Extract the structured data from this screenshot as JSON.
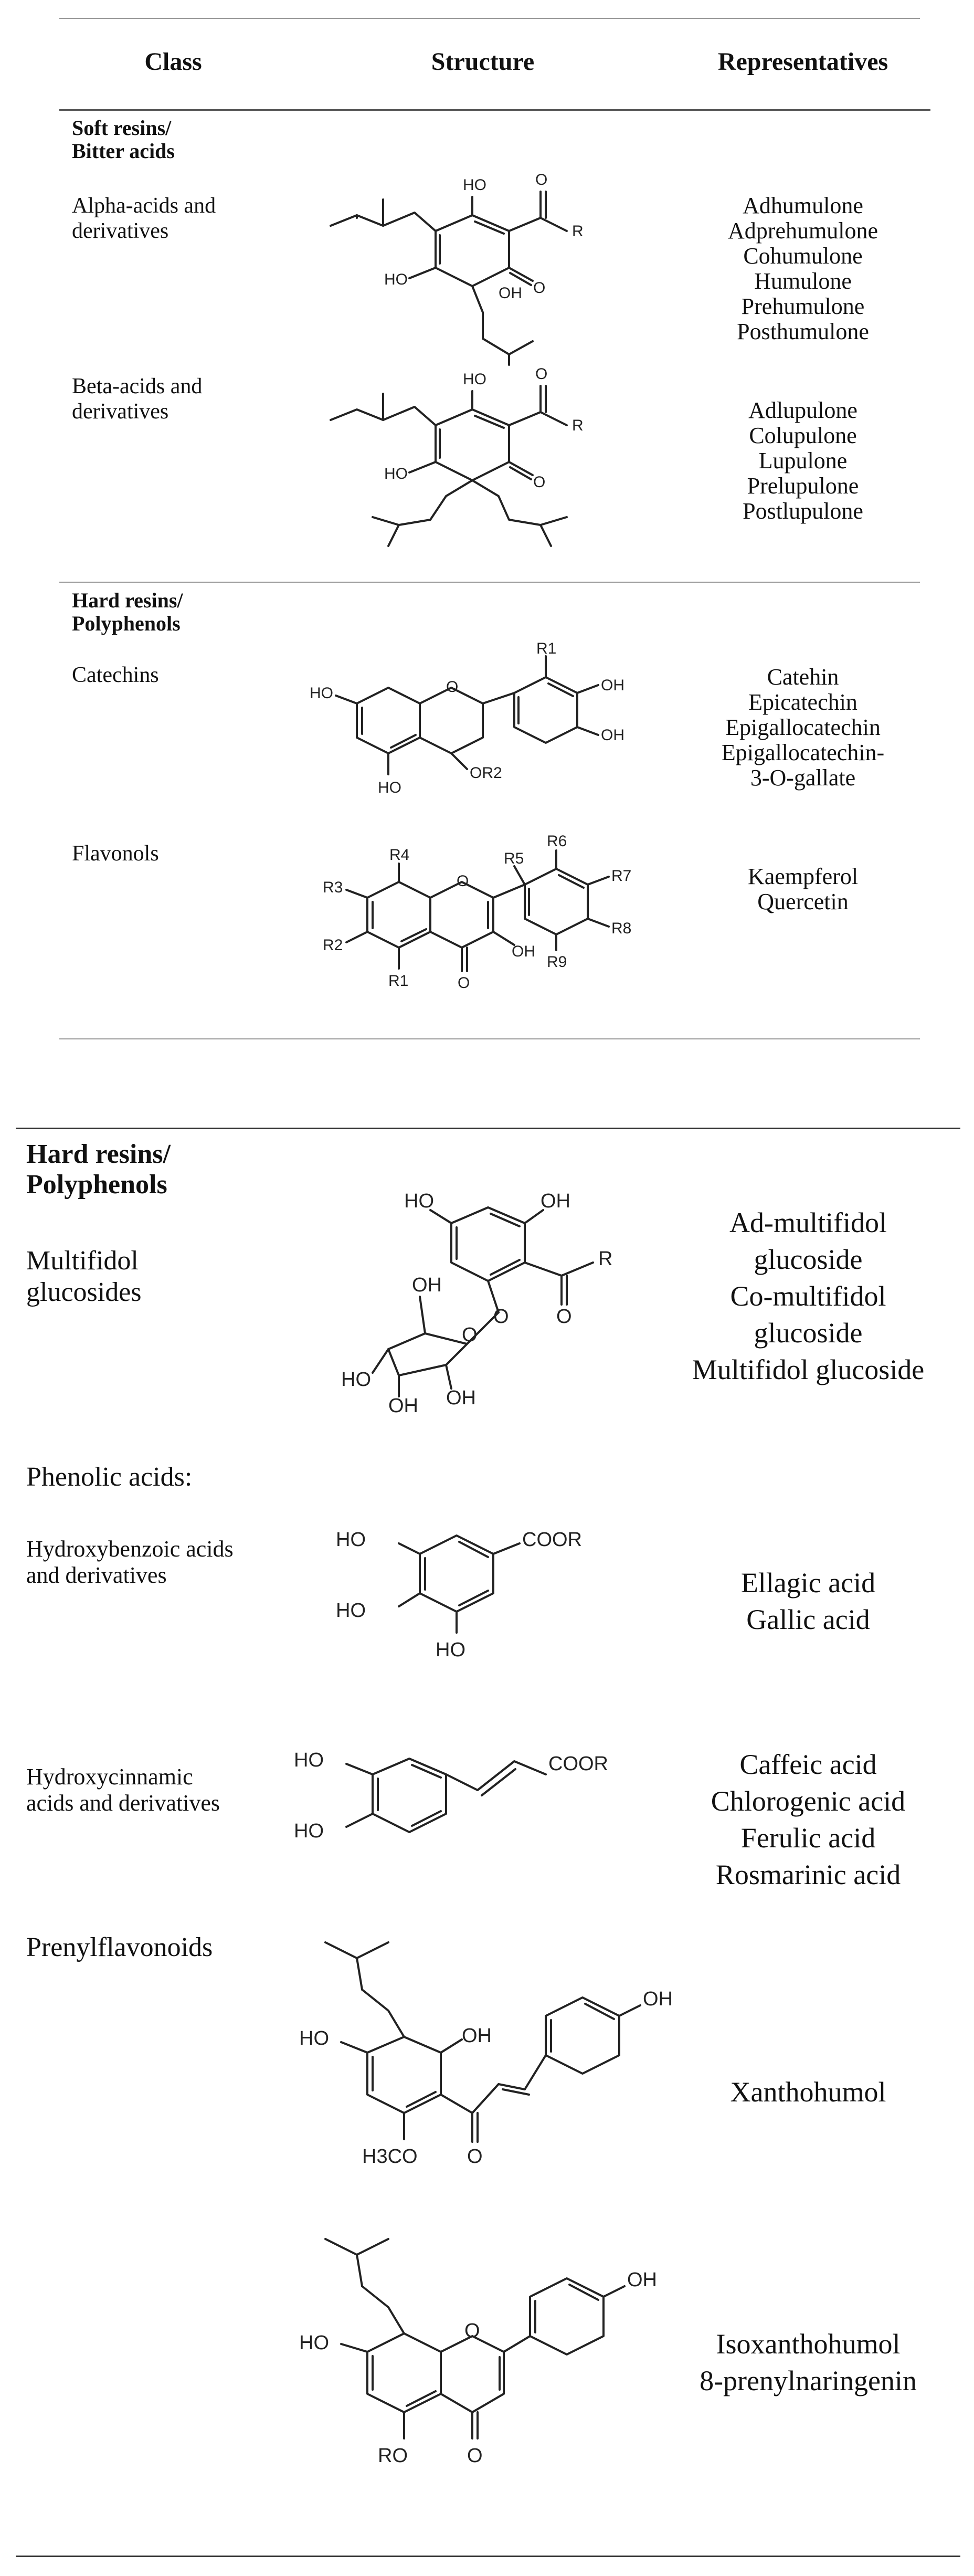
{
  "header": {
    "class": "Class",
    "structure": "Structure",
    "representatives": "Representatives"
  },
  "section1": {
    "title_line1": "Soft resins/",
    "title_line2": "Bitter acids",
    "rows": [
      {
        "class_lines": [
          "Alpha-acids and",
          "derivatives"
        ],
        "labels": [
          "HO",
          "O",
          "R",
          "HO",
          "O",
          "OH"
        ],
        "reps": [
          "Adhumulone",
          "Adprehumulone",
          "Cohumulone",
          "Humulone",
          "Prehumulone",
          "Posthumulone"
        ]
      },
      {
        "class_lines": [
          "Beta-acids and",
          "derivatives"
        ],
        "labels": [
          "HO",
          "O",
          "R",
          "HO",
          "O"
        ],
        "reps": [
          "Adlupulone",
          "Colupulone",
          "Lupulone",
          "Prelupulone",
          "Postlupulone"
        ]
      }
    ]
  },
  "section2": {
    "title_line1": "Hard resins/",
    "title_line2": "Polyphenols",
    "rows": [
      {
        "class_lines": [
          "Catechins"
        ],
        "labels": [
          "R1",
          "OH",
          "OH",
          "HO",
          "O",
          "OR2",
          "HO"
        ],
        "reps": [
          "Catehin",
          "Epicatechin",
          "Epigallocatechin",
          "Epigallocatechin-",
          "3-O-gallate"
        ]
      },
      {
        "class_lines": [
          "Flavonols"
        ],
        "labels": [
          "R4",
          "R3",
          "R2",
          "R1",
          "O",
          "R5",
          "R6",
          "R7",
          "R8",
          "R9",
          "OH",
          "O"
        ],
        "reps": [
          "Kaempferol",
          "Quercetin"
        ]
      }
    ]
  },
  "section3": {
    "title_line1": "Hard resins/",
    "title_line2": "Polyphenols",
    "multifidol": {
      "class_lines": [
        "Multifidol",
        "glucosides"
      ],
      "labels": [
        "HO",
        "OH",
        "R",
        "O",
        "O",
        "OH",
        "O",
        "HO",
        "OH",
        "OH"
      ],
      "reps": [
        "Ad-multifidol",
        "glucoside",
        "Co-multifidol",
        "glucoside",
        "Multifidol glucoside"
      ]
    },
    "phenolic_heading": "Phenolic acids:",
    "hydroxybenzoic": {
      "class_lines": [
        "Hydroxybenzoic acids",
        "and derivatives"
      ],
      "labels": [
        "HO",
        "COOR",
        "HO",
        "HO"
      ],
      "reps": [
        "Ellagic acid",
        "Gallic acid"
      ]
    },
    "hydroxycinnamic": {
      "class_lines": [
        "Hydroxycinnamic",
        "acids and derivatives"
      ],
      "labels": [
        "HO",
        "COOR",
        "HO"
      ],
      "reps": [
        "Caffeic acid",
        "Chlorogenic acid",
        "Ferulic acid",
        "Rosmarinic acid"
      ]
    },
    "prenylflavonoids": {
      "class_lines": [
        "Prenylflavonoids"
      ],
      "xantho_labels": [
        "OH",
        "HO",
        "OH",
        "H3CO",
        "O"
      ],
      "xantho_reps": [
        "Xanthohumol"
      ],
      "iso_labels": [
        "OH",
        "O",
        "HO",
        "RO",
        "O"
      ],
      "iso_reps": [
        "Isoxanthohumol",
        "8-prenylnaringenin"
      ]
    }
  }
}
